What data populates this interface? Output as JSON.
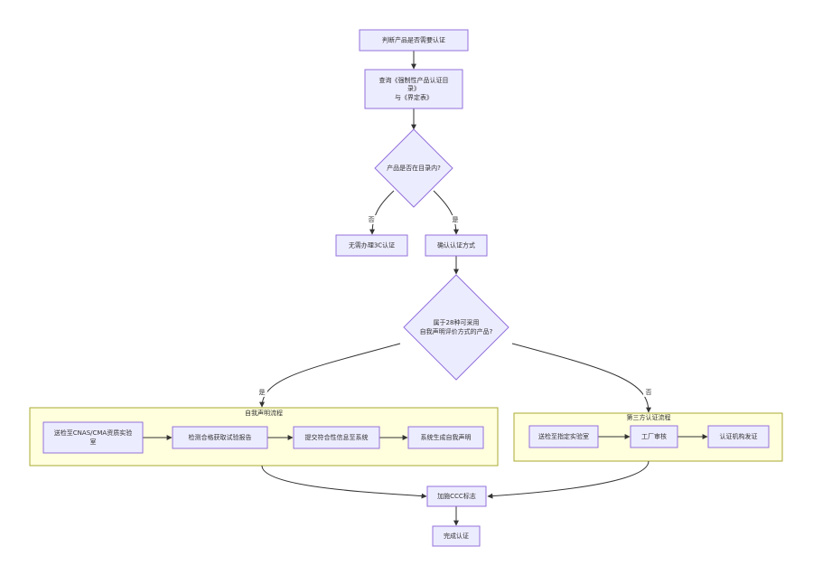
{
  "nodes": {
    "judge": "判断产品是否需要认证",
    "query_line1": "查询《强制性产品认证目",
    "query_line2": "录》",
    "query_line3": "与《界定表》",
    "in_catalog_q": "产品是否在目录内?",
    "no_need": "无需办理3C认证",
    "confirm_mode": "确认认证方式",
    "self_q_line1": "属于28种可采用",
    "self_q_line2": "自我声明评价方式的产品?",
    "cnas_line1": "送检至CNAS/CMA资质实验",
    "cnas_line2": "室",
    "test_report": "检测合格获取试验报告",
    "submit_info": "提交符合性信息至系统",
    "gen_declaration": "系统生成自我声明",
    "send_lab": "送检至指定实验室",
    "factory_audit": "工厂审核",
    "cert_issue": "认证机构发证",
    "add_ccc": "加施CCC标志",
    "done": "完成认证"
  },
  "clusters": {
    "self_eval": "自我声明流程",
    "third_party": "第三方认证流程"
  },
  "edge_labels": {
    "no": "否",
    "yes": "是",
    "yes2": "是",
    "no2": "否"
  }
}
